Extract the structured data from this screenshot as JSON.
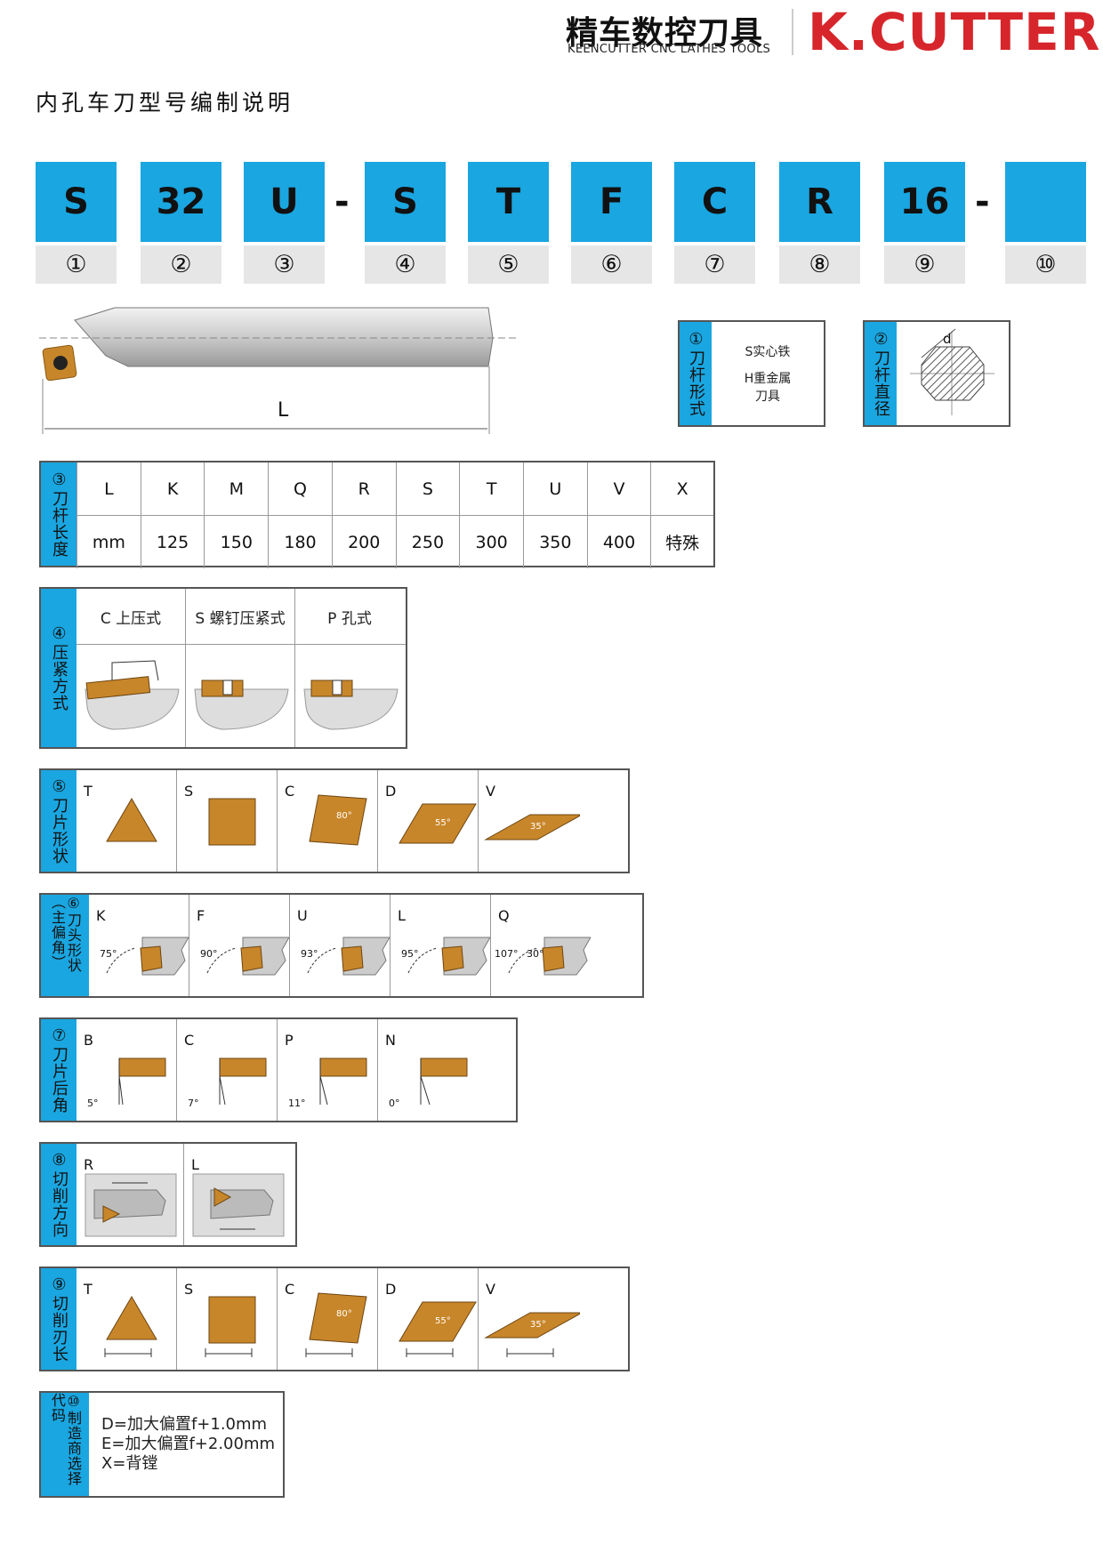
{
  "brand": {
    "name_cn": "精车数控刀具",
    "name_en": "KEENCUTTER CNC LATHES TOOLS",
    "logo": "K.CUTTER"
  },
  "title": "内孔车刀型号编制说明",
  "code_boxes": [
    {
      "code": "S",
      "num": "①"
    },
    {
      "code": "32",
      "num": "②"
    },
    {
      "code": "U",
      "num": "③"
    },
    {
      "code": "S",
      "num": "④"
    },
    {
      "code": "T",
      "num": "⑤"
    },
    {
      "code": "F",
      "num": "⑥"
    },
    {
      "code": "C",
      "num": "⑦"
    },
    {
      "code": "R",
      "num": "⑧"
    },
    {
      "code": "16",
      "num": "⑨"
    },
    {
      "code": "",
      "num": "⑩"
    }
  ],
  "dash": "-",
  "tool": {
    "length_label": "L"
  },
  "shank_type": {
    "label": "①刀杆形式",
    "solid": "S实心铁",
    "heavy": "H重金属刀具"
  },
  "shank_diameter": {
    "label": "②刀杆直径",
    "d": "d"
  },
  "length": {
    "label": "③刀杆长度",
    "codes": [
      "L",
      "K",
      "M",
      "Q",
      "R",
      "S",
      "T",
      "U",
      "V",
      "X"
    ],
    "values": [
      "mm",
      "125",
      "150",
      "180",
      "200",
      "250",
      "300",
      "350",
      "400",
      "特殊"
    ]
  },
  "clamp": {
    "label": "④压紧方式",
    "types": [
      "C 上压式",
      "S 螺钉压紧式",
      "P 孔式"
    ]
  },
  "insert_shape": {
    "label": "⑤刀片形状",
    "items": [
      {
        "letter": "T",
        "angle": ""
      },
      {
        "letter": "S",
        "angle": ""
      },
      {
        "letter": "C",
        "angle": "80°"
      },
      {
        "letter": "D",
        "angle": "55°"
      },
      {
        "letter": "V",
        "angle": "35°"
      }
    ]
  },
  "head_shape": {
    "label": "⑥刀头形状（主偏角）",
    "items": [
      {
        "letter": "K",
        "angle": "75°"
      },
      {
        "letter": "F",
        "angle": "90°"
      },
      {
        "letter": "U",
        "angle": "93°"
      },
      {
        "letter": "L",
        "angle": "95°"
      },
      {
        "letter": "Q",
        "angle": "107°",
        "angle2": "30°"
      }
    ]
  },
  "clearance": {
    "label": "⑦刀片后角",
    "items": [
      {
        "letter": "B",
        "angle": "5°"
      },
      {
        "letter": "C",
        "angle": "7°"
      },
      {
        "letter": "P",
        "angle": "11°"
      },
      {
        "letter": "N",
        "angle": "0°"
      }
    ]
  },
  "direction": {
    "label": "⑧切削方向",
    "items": [
      "R",
      "L"
    ]
  },
  "edge_length": {
    "label": "⑨切削刃长",
    "items": [
      {
        "letter": "T",
        "angle": ""
      },
      {
        "letter": "S",
        "angle": ""
      },
      {
        "letter": "C",
        "angle": "80°"
      },
      {
        "letter": "D",
        "angle": "55°"
      },
      {
        "letter": "V",
        "angle": "35°"
      }
    ]
  },
  "option": {
    "label": "⑩制造商选择代码",
    "lines": [
      "D=加大偏置f+1.0mm",
      "E=加大偏置f+2.00mm",
      "X=背镗"
    ]
  },
  "colors": {
    "accent": "#1aa6e0",
    "insert": "#c8862a",
    "logo": "#d7262b"
  }
}
